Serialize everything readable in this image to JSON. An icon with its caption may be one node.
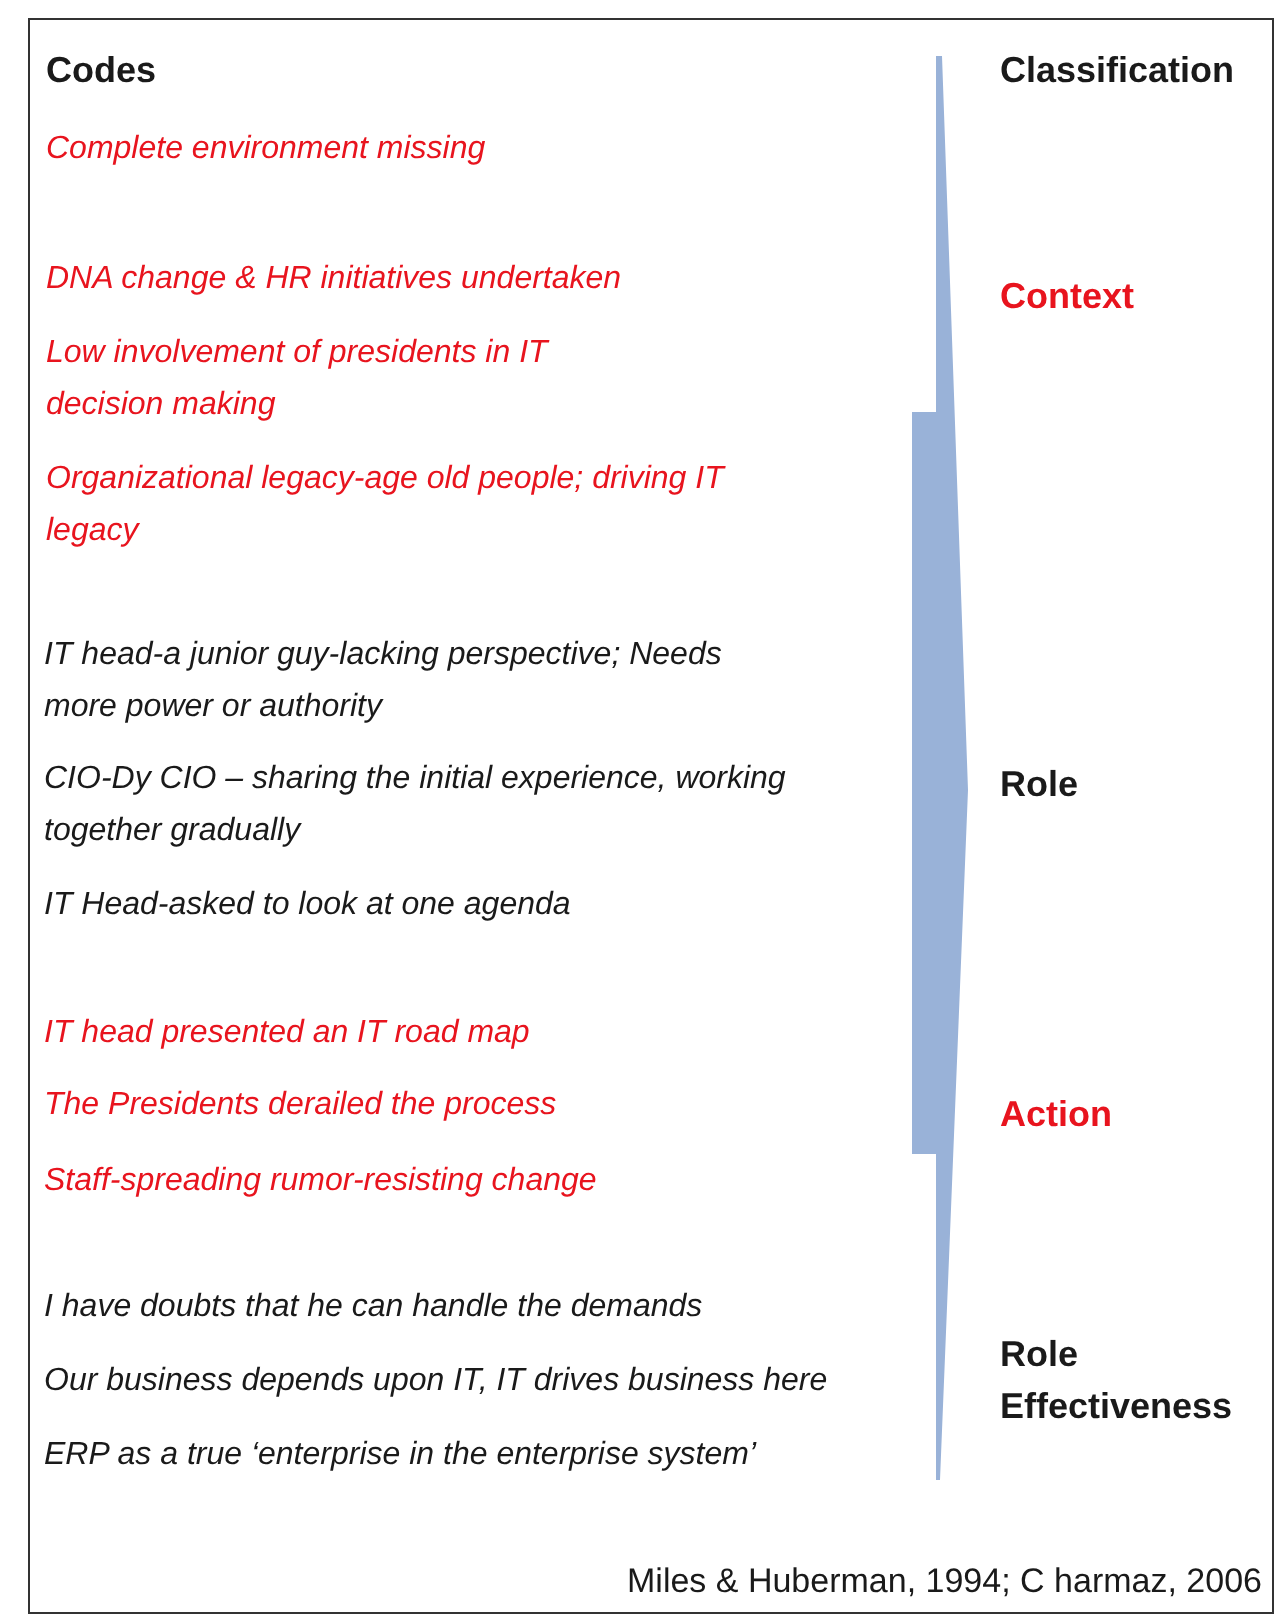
{
  "diagram": {
    "caption": "Miles & Huberman, 1994; C harmaz, 2006",
    "labels": [
      "Codes",
      "Classification",
      "Complete environment missing",
      "DNA change & HR initiatives undertaken",
      "Context",
      "Low involvement of presidents in IT decision making",
      "Organizational legacy-age old people; driving IT legacy",
      "IT head-a junior guy-lacking perspective; Needs more power or authority",
      "CIO-Dy CIO – sharing the initial experience, working together gradually",
      "Role",
      "IT Head-asked to look at one agenda",
      "IT head presented an IT road map",
      "The Presidents derailed the process",
      "Action",
      "Staff-spreading rumor-resisting change",
      "I have doubts that he can handle the demands",
      "Role Effectiveness",
      "Our business depends upon IT, IT drives business here",
      "ERP as a true ‘enterprise in the enterprise system’"
    ]
  }
}
